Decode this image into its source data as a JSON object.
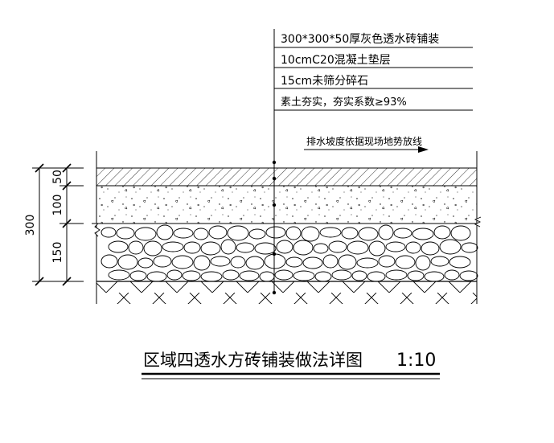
{
  "callouts": [
    "300*300*50厚灰色透水砖铺装",
    "10cmC20混凝土垫层",
    "15cm未筛分碎石",
    "素土夯实，夯实系数≥93%"
  ],
  "slope_note": "排水坡度依据现场地势放线",
  "dimensions": {
    "total": "300",
    "layers": [
      "50",
      "100",
      "150"
    ]
  },
  "title": "区域四透水方砖铺装做法详图",
  "scale": "1:10"
}
